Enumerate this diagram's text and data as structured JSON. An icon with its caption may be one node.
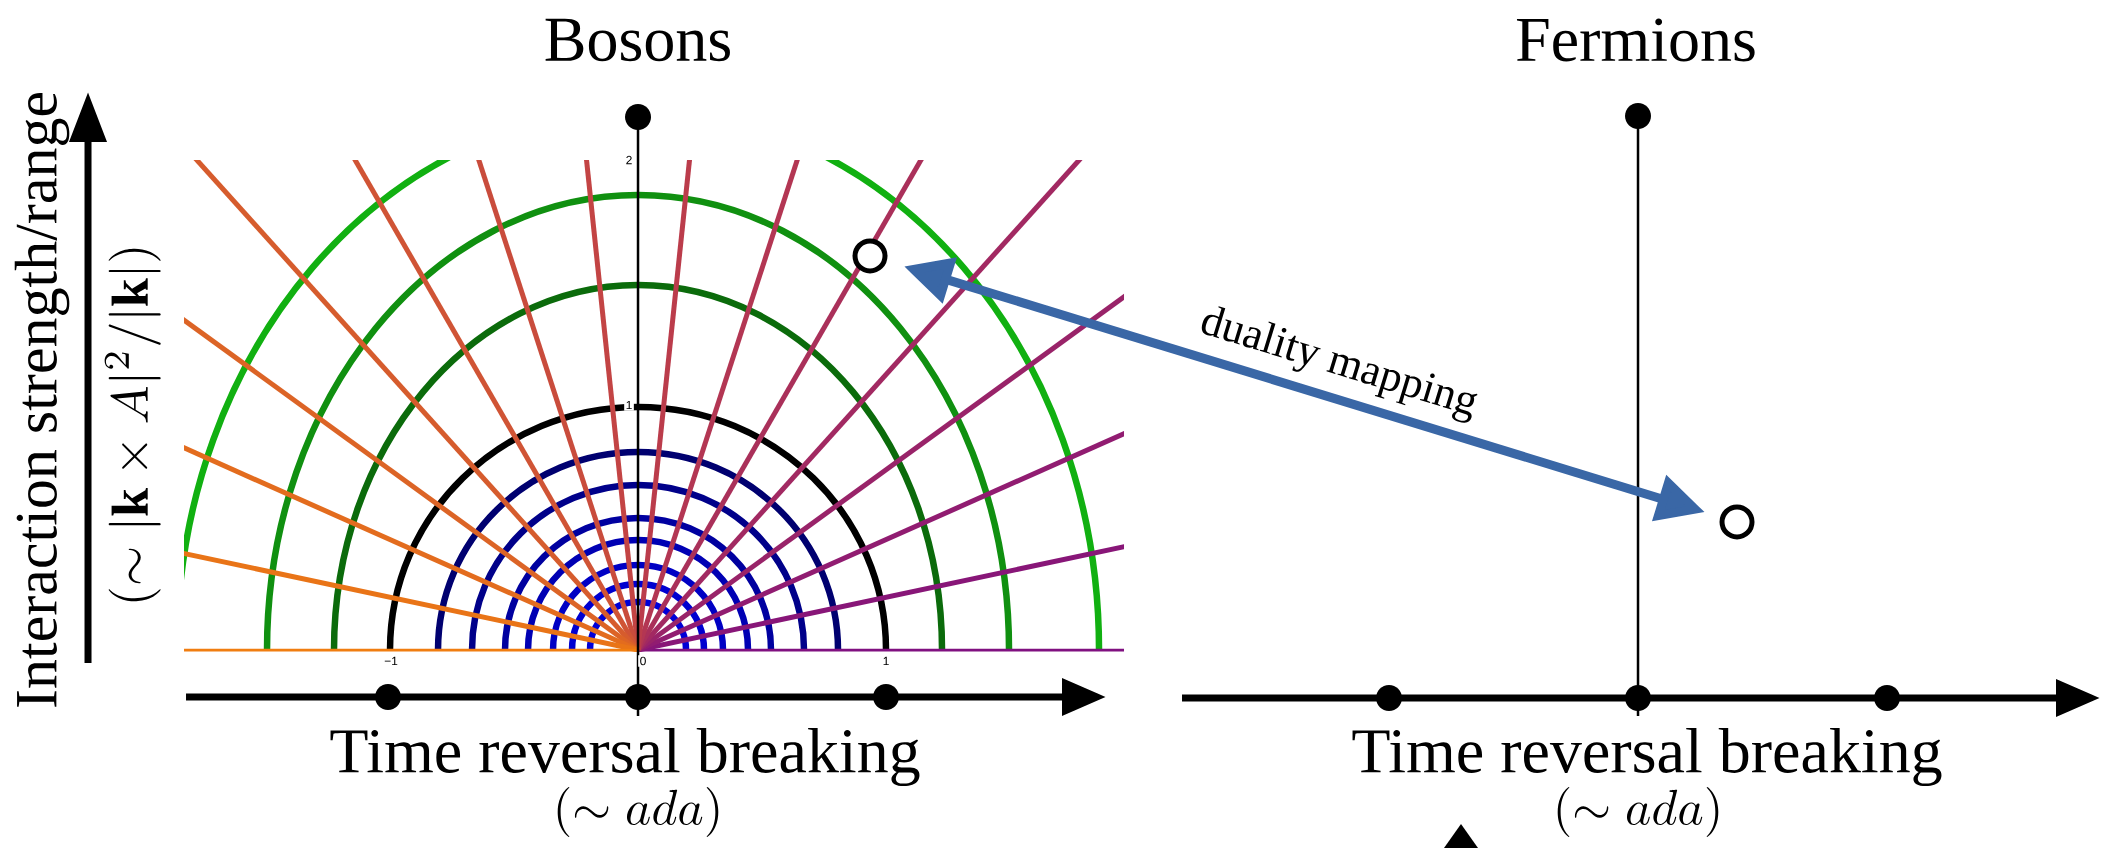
{
  "diagram": {
    "nodes": [
      {
        "text": [],
        "shape": "circle"
      },
      {
        "text": [],
        "shape": "circle"
      }
    ],
    "edges": [
      {
        "from": 0,
        "to": 1,
        "arrow": "both",
        "label": "duality mapping"
      }
    ],
    "labels": [
      "Bosons",
      "Fermions",
      "Interaction strength/range",
      "(\\sim|\\mathbf{k}\\times A|^2/|\\mathbf{k}|)",
      "2",
      "1",
      "−1",
      "0",
      "1",
      "Time reversal breaking",
      "(\\sim ada)",
      "Time reversal breaking",
      "(\\sim ada)"
    ]
  }
}
